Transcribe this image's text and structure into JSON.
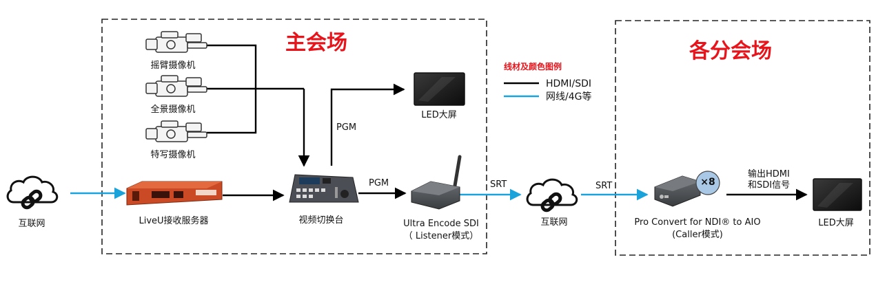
{
  "zones": {
    "main": "主会场",
    "branch": "各分会场"
  },
  "legend": {
    "title": "线材及颜色图例",
    "items": [
      {
        "label": "HDMI/SDI",
        "color": "#000000"
      },
      {
        "label": "网线/4G等",
        "color": "#1aa3db"
      }
    ]
  },
  "devices": {
    "crane_camera": "摇臂摄像机",
    "wide_camera": "全景摄像机",
    "closeup_camera": "特写摄像机",
    "cloud_left": "互联网",
    "liveu_server": "LiveU接收服务器",
    "switcher": "视频切换台",
    "led_main": "LED大屏",
    "encoder_line1": "Ultra Encode SDI",
    "encoder_line2": "（ Listener模式）",
    "cloud_right": "互联网",
    "converter_line1": "Pro Convert for NDI® to AIO",
    "converter_line2": "(Caller模式)",
    "converter_count": "×8",
    "led_branch": "LED大屏"
  },
  "connections": {
    "pgm_up": "PGM",
    "pgm_right": "PGM",
    "srt_left": "SRT",
    "srt_right": "SRT",
    "output_line1": "输出HDMI",
    "output_line2": "和SDI信号"
  },
  "colors": {
    "accent_red": "#e8141b",
    "network_blue": "#1aa3db",
    "signal_black": "#000000"
  }
}
